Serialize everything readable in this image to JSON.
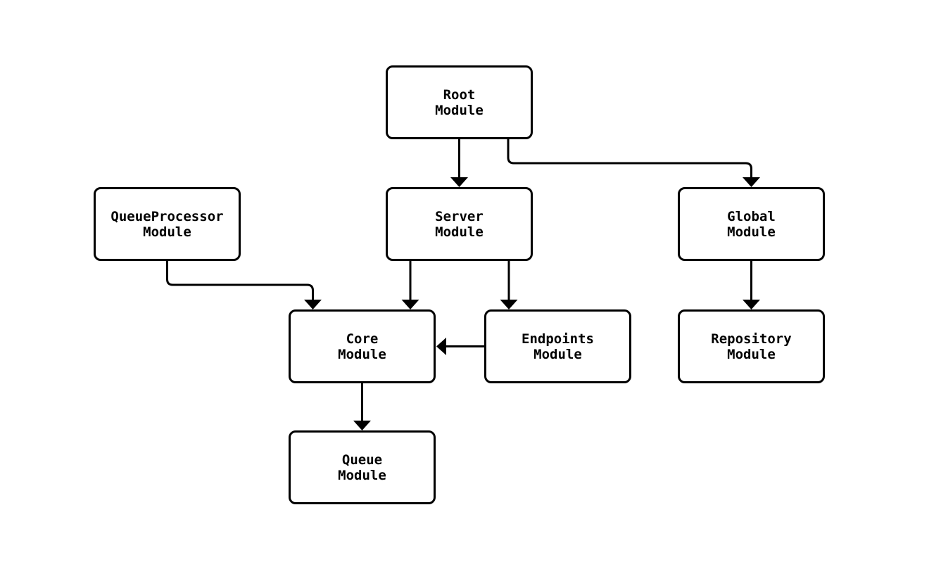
{
  "diagram": {
    "type": "module-dependency-flowchart",
    "colors": {
      "background": "#ffffff",
      "node_fill": "#ffffff",
      "node_border": "#000000",
      "edge_line": "#000000",
      "text": "#000000"
    },
    "nodes": [
      {
        "id": "root",
        "label": "Root\nModule"
      },
      {
        "id": "server",
        "label": "Server\nModule"
      },
      {
        "id": "global",
        "label": "Global\nModule"
      },
      {
        "id": "queueprocessor",
        "label": "QueueProcessor\nModule"
      },
      {
        "id": "core",
        "label": "Core\nModule"
      },
      {
        "id": "endpoints",
        "label": "Endpoints\nModule"
      },
      {
        "id": "repository",
        "label": "Repository\nModule"
      },
      {
        "id": "queue",
        "label": "Queue\nModule"
      }
    ],
    "edges": [
      {
        "from": "Root Module",
        "to": "Server Module"
      },
      {
        "from": "Root Module",
        "to": "Global Module"
      },
      {
        "from": "QueueProcessor Module",
        "to": "Core Module"
      },
      {
        "from": "Server Module",
        "to": "Core Module"
      },
      {
        "from": "Server Module",
        "to": "Endpoints Module"
      },
      {
        "from": "Endpoints Module",
        "to": "Core Module"
      },
      {
        "from": "Global Module",
        "to": "Repository Module"
      },
      {
        "from": "Core Module",
        "to": "Queue Module"
      }
    ]
  }
}
